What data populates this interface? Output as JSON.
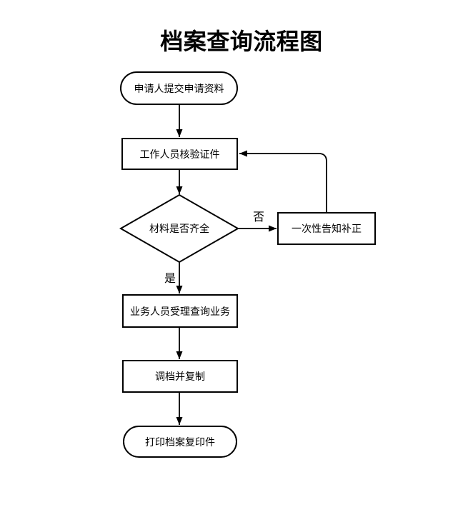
{
  "title": "档案查询流程图",
  "nodes": {
    "start": {
      "label": "申请人提交申请资料",
      "shape": "stadium"
    },
    "verify": {
      "label": "工作人员核验证件",
      "shape": "rect"
    },
    "decision": {
      "label": "材料是否齐全",
      "shape": "diamond"
    },
    "supplement": {
      "label": "一次性告知补正",
      "shape": "rect"
    },
    "accept": {
      "label": "业务人员受理查询业务",
      "shape": "rect"
    },
    "retrieve": {
      "label": "调档并复制",
      "shape": "rect"
    },
    "end": {
      "label": "打印档案复印件",
      "shape": "stadium"
    }
  },
  "edges": [
    {
      "from": "start",
      "to": "verify",
      "label": ""
    },
    {
      "from": "verify",
      "to": "decision",
      "label": ""
    },
    {
      "from": "decision",
      "to": "supplement",
      "label": "否"
    },
    {
      "from": "supplement",
      "to": "verify",
      "label": ""
    },
    {
      "from": "decision",
      "to": "accept",
      "label": "是"
    },
    {
      "from": "accept",
      "to": "retrieve",
      "label": ""
    },
    {
      "from": "retrieve",
      "to": "end",
      "label": ""
    }
  ],
  "colors": {
    "stroke": "#000000",
    "node_fill": "#ffffff",
    "background": "#ffffff",
    "text": "#000000"
  }
}
